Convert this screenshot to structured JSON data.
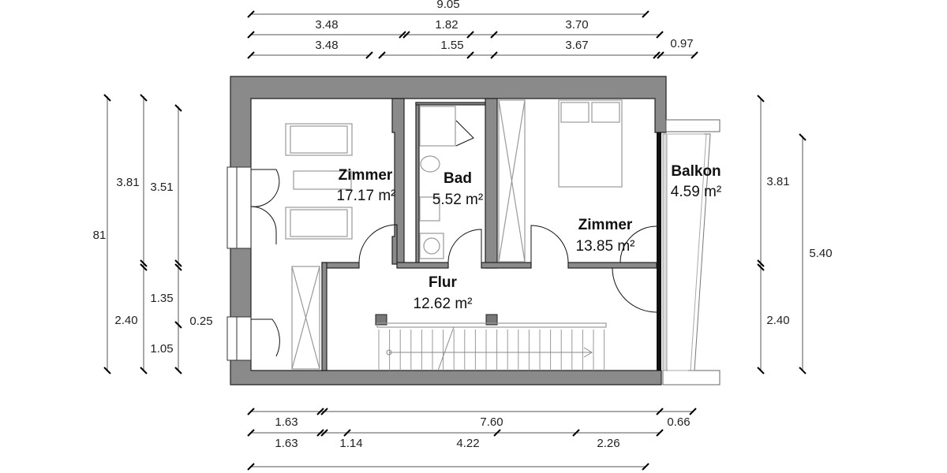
{
  "plan": {
    "rooms": [
      {
        "name": "Zimmer",
        "area": "17.17 m²"
      },
      {
        "name": "Bad",
        "area": "5.52 m²"
      },
      {
        "name": "Zimmer",
        "area": "13.85 m²"
      },
      {
        "name": "Balkon",
        "area": "4.59 m²"
      },
      {
        "name": "Flur",
        "area": "12.62 m²"
      }
    ],
    "dimensions": {
      "top": {
        "total": "9.05",
        "row2": [
          "3.48",
          "1.82",
          "3.70"
        ],
        "row3": [
          "3.48",
          "1.55",
          "3.67",
          "0.97"
        ]
      },
      "bottom": {
        "row1": [
          "1.63",
          "7.60",
          "0.66"
        ],
        "row2": [
          "1.63",
          "1.14",
          "4.22",
          "2.26"
        ]
      },
      "left": {
        "outer": "81",
        "col2": [
          "3.81",
          "2.40"
        ],
        "col3": [
          "3.51",
          "1.35",
          "1.05"
        ],
        "sill": "0.25"
      },
      "right": {
        "col1": [
          "3.81",
          "2.40"
        ],
        "col2": "5.40"
      }
    },
    "colors": {
      "wall": "#8a8a8a",
      "outline": "#222222",
      "furniture": "#999999"
    }
  }
}
